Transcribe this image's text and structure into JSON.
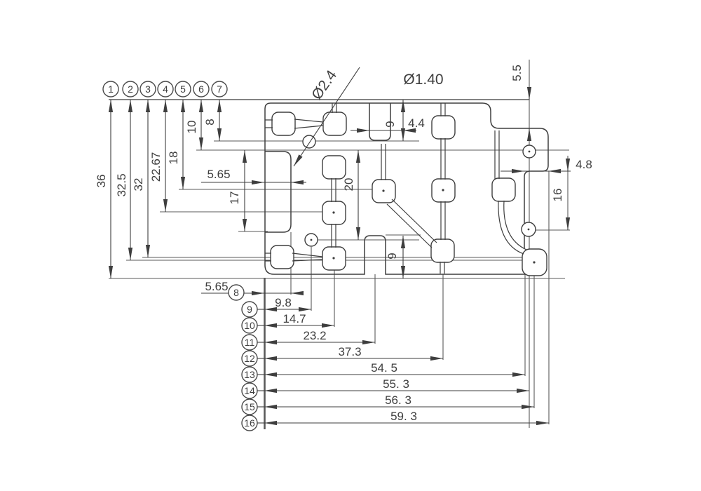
{
  "drawing": {
    "annotations": {
      "dia_small": "Ø2.4",
      "dia_large": "Ø1.40"
    },
    "dims": {
      "d36": "36",
      "d32_5": "32.5",
      "d32": "32",
      "d22_67": "22.67",
      "d18": "18",
      "d10": "10",
      "d8": "8",
      "d5_65_top": "5.65",
      "d17": "17",
      "d20": "20",
      "d9_top": "9",
      "d4_4": "4.4",
      "d5_5": "5.5",
      "d4_8": "4.8",
      "d16": "16",
      "d9_bottom": "9",
      "d5_65_bottom": "5.65",
      "d9_8": "9.8",
      "d14_7": "14.7",
      "d23_2": "23.2",
      "d37_3": "37.3",
      "d54_5": "54. 5",
      "d55_3": "55. 3",
      "d56_3": "56. 3",
      "d59_3": "59. 3"
    },
    "callouts": {
      "c1": "1",
      "c2": "2",
      "c3": "3",
      "c4": "4",
      "c5": "5",
      "c6": "6",
      "c7": "7",
      "c8": "8",
      "c9": "9",
      "c10": "10",
      "c11": "11",
      "c12": "12",
      "c13": "13",
      "c14": "14",
      "c15": "15",
      "c16": "16"
    },
    "colors": {
      "line": "#4a4a4a",
      "part_line": "#3e3e3e",
      "text": "#3e3e3e",
      "background": "#ffffff"
    }
  }
}
